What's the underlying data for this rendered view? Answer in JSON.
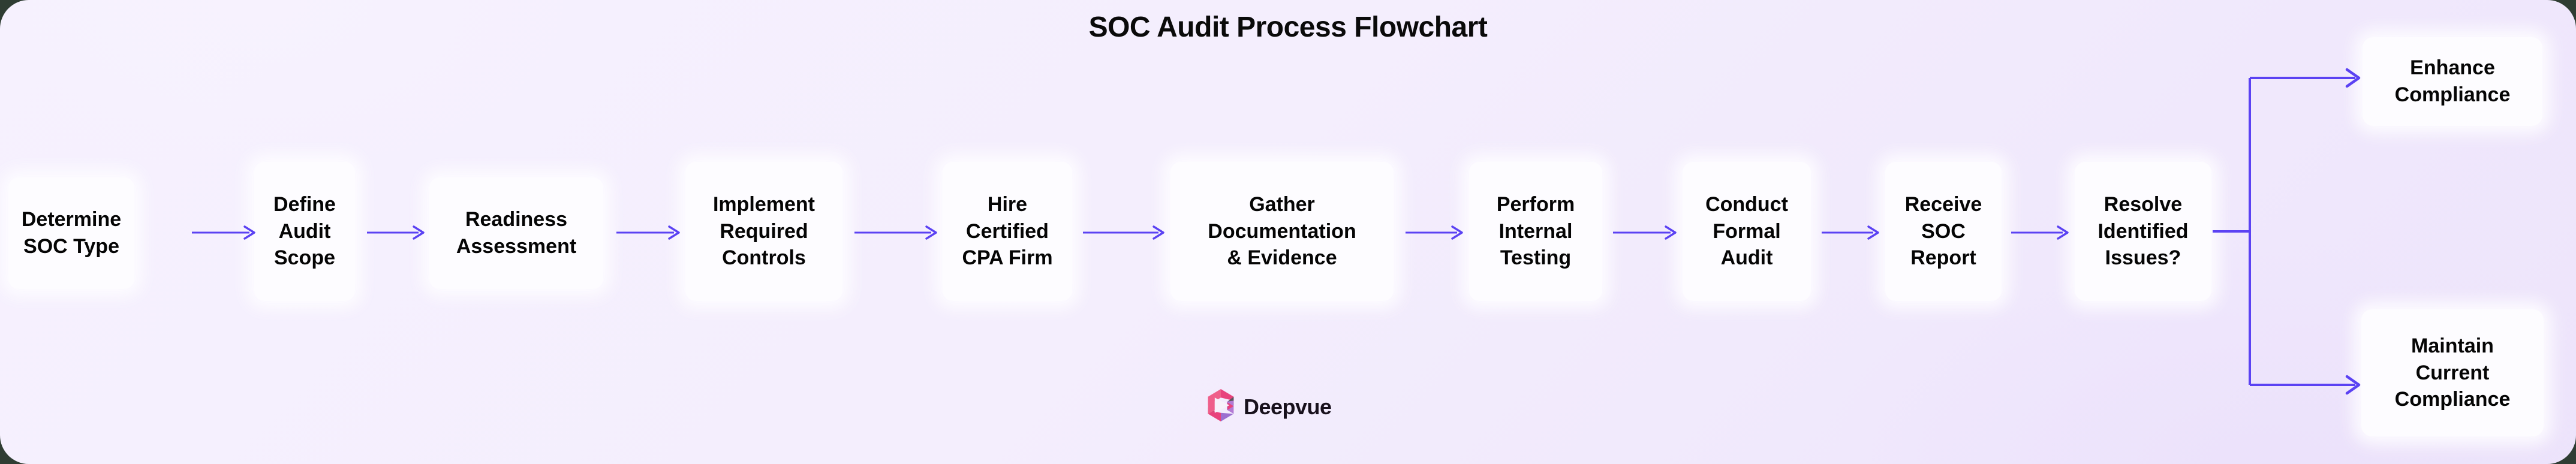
{
  "title": "SOC Audit Process Flowchart",
  "colors": {
    "arrow": "#5b42f3",
    "panel_bg_start": "#f6f1fe",
    "panel_bg_end": "#ede4fb",
    "outer_bg": "#2f3d33",
    "node_bg": "#fdfcff",
    "text": "#050505",
    "logo_pink": "#ef5f8a",
    "logo_magenta": "#e8427c",
    "logo_purple": "#b37ad4",
    "logo_violet": "#9b6fd0",
    "logo_gray": "#5b5560",
    "logo_white": "#f7f2fb"
  },
  "nodes": [
    {
      "id": "determine-soc-type",
      "lines": [
        "Determine",
        "SOC Type"
      ]
    },
    {
      "id": "define-audit-scope",
      "lines": [
        "Define",
        "Audit",
        "Scope"
      ]
    },
    {
      "id": "readiness-assessment",
      "lines": [
        "Readiness",
        "Assessment"
      ]
    },
    {
      "id": "implement-controls",
      "lines": [
        "Implement",
        "Required",
        "Controls"
      ]
    },
    {
      "id": "hire-cpa-firm",
      "lines": [
        "Hire",
        "Certified",
        "CPA Firm"
      ]
    },
    {
      "id": "gather-documentation",
      "lines": [
        "Gather",
        "Documentation",
        "& Evidence"
      ]
    },
    {
      "id": "perform-internal-testing",
      "lines": [
        "Perform",
        "Internal",
        "Testing"
      ]
    },
    {
      "id": "conduct-formal-audit",
      "lines": [
        "Conduct",
        "Formal",
        "Audit"
      ]
    },
    {
      "id": "receive-soc-report",
      "lines": [
        "Receive",
        "SOC",
        "Report"
      ]
    },
    {
      "id": "resolve-identified-issues",
      "lines": [
        "Resolve",
        "Identified",
        "Issues?"
      ]
    },
    {
      "id": "enhance-compliance",
      "lines": [
        "Enhance",
        "Compliance"
      ]
    },
    {
      "id": "maintain-current-compliance",
      "lines": [
        "Maintain",
        "Current",
        "Compliance"
      ]
    }
  ],
  "logo": {
    "name": "Deepvue",
    "mark": "deepvue-hexagon-logo"
  }
}
